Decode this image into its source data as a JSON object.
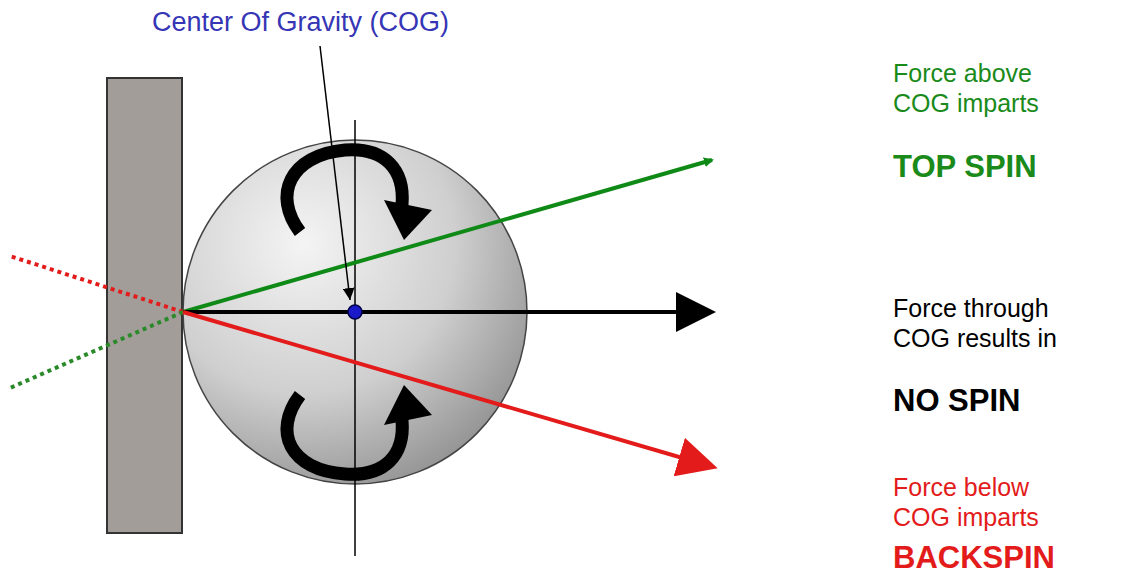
{
  "diagram": {
    "labels": [
      "Center Of Gravity (COG)",
      "Force above COG imparts",
      "TOP SPIN",
      "Force through COG results in",
      "NO SPIN",
      "Force below COG imparts",
      "BACKSPIN"
    ]
  }
}
